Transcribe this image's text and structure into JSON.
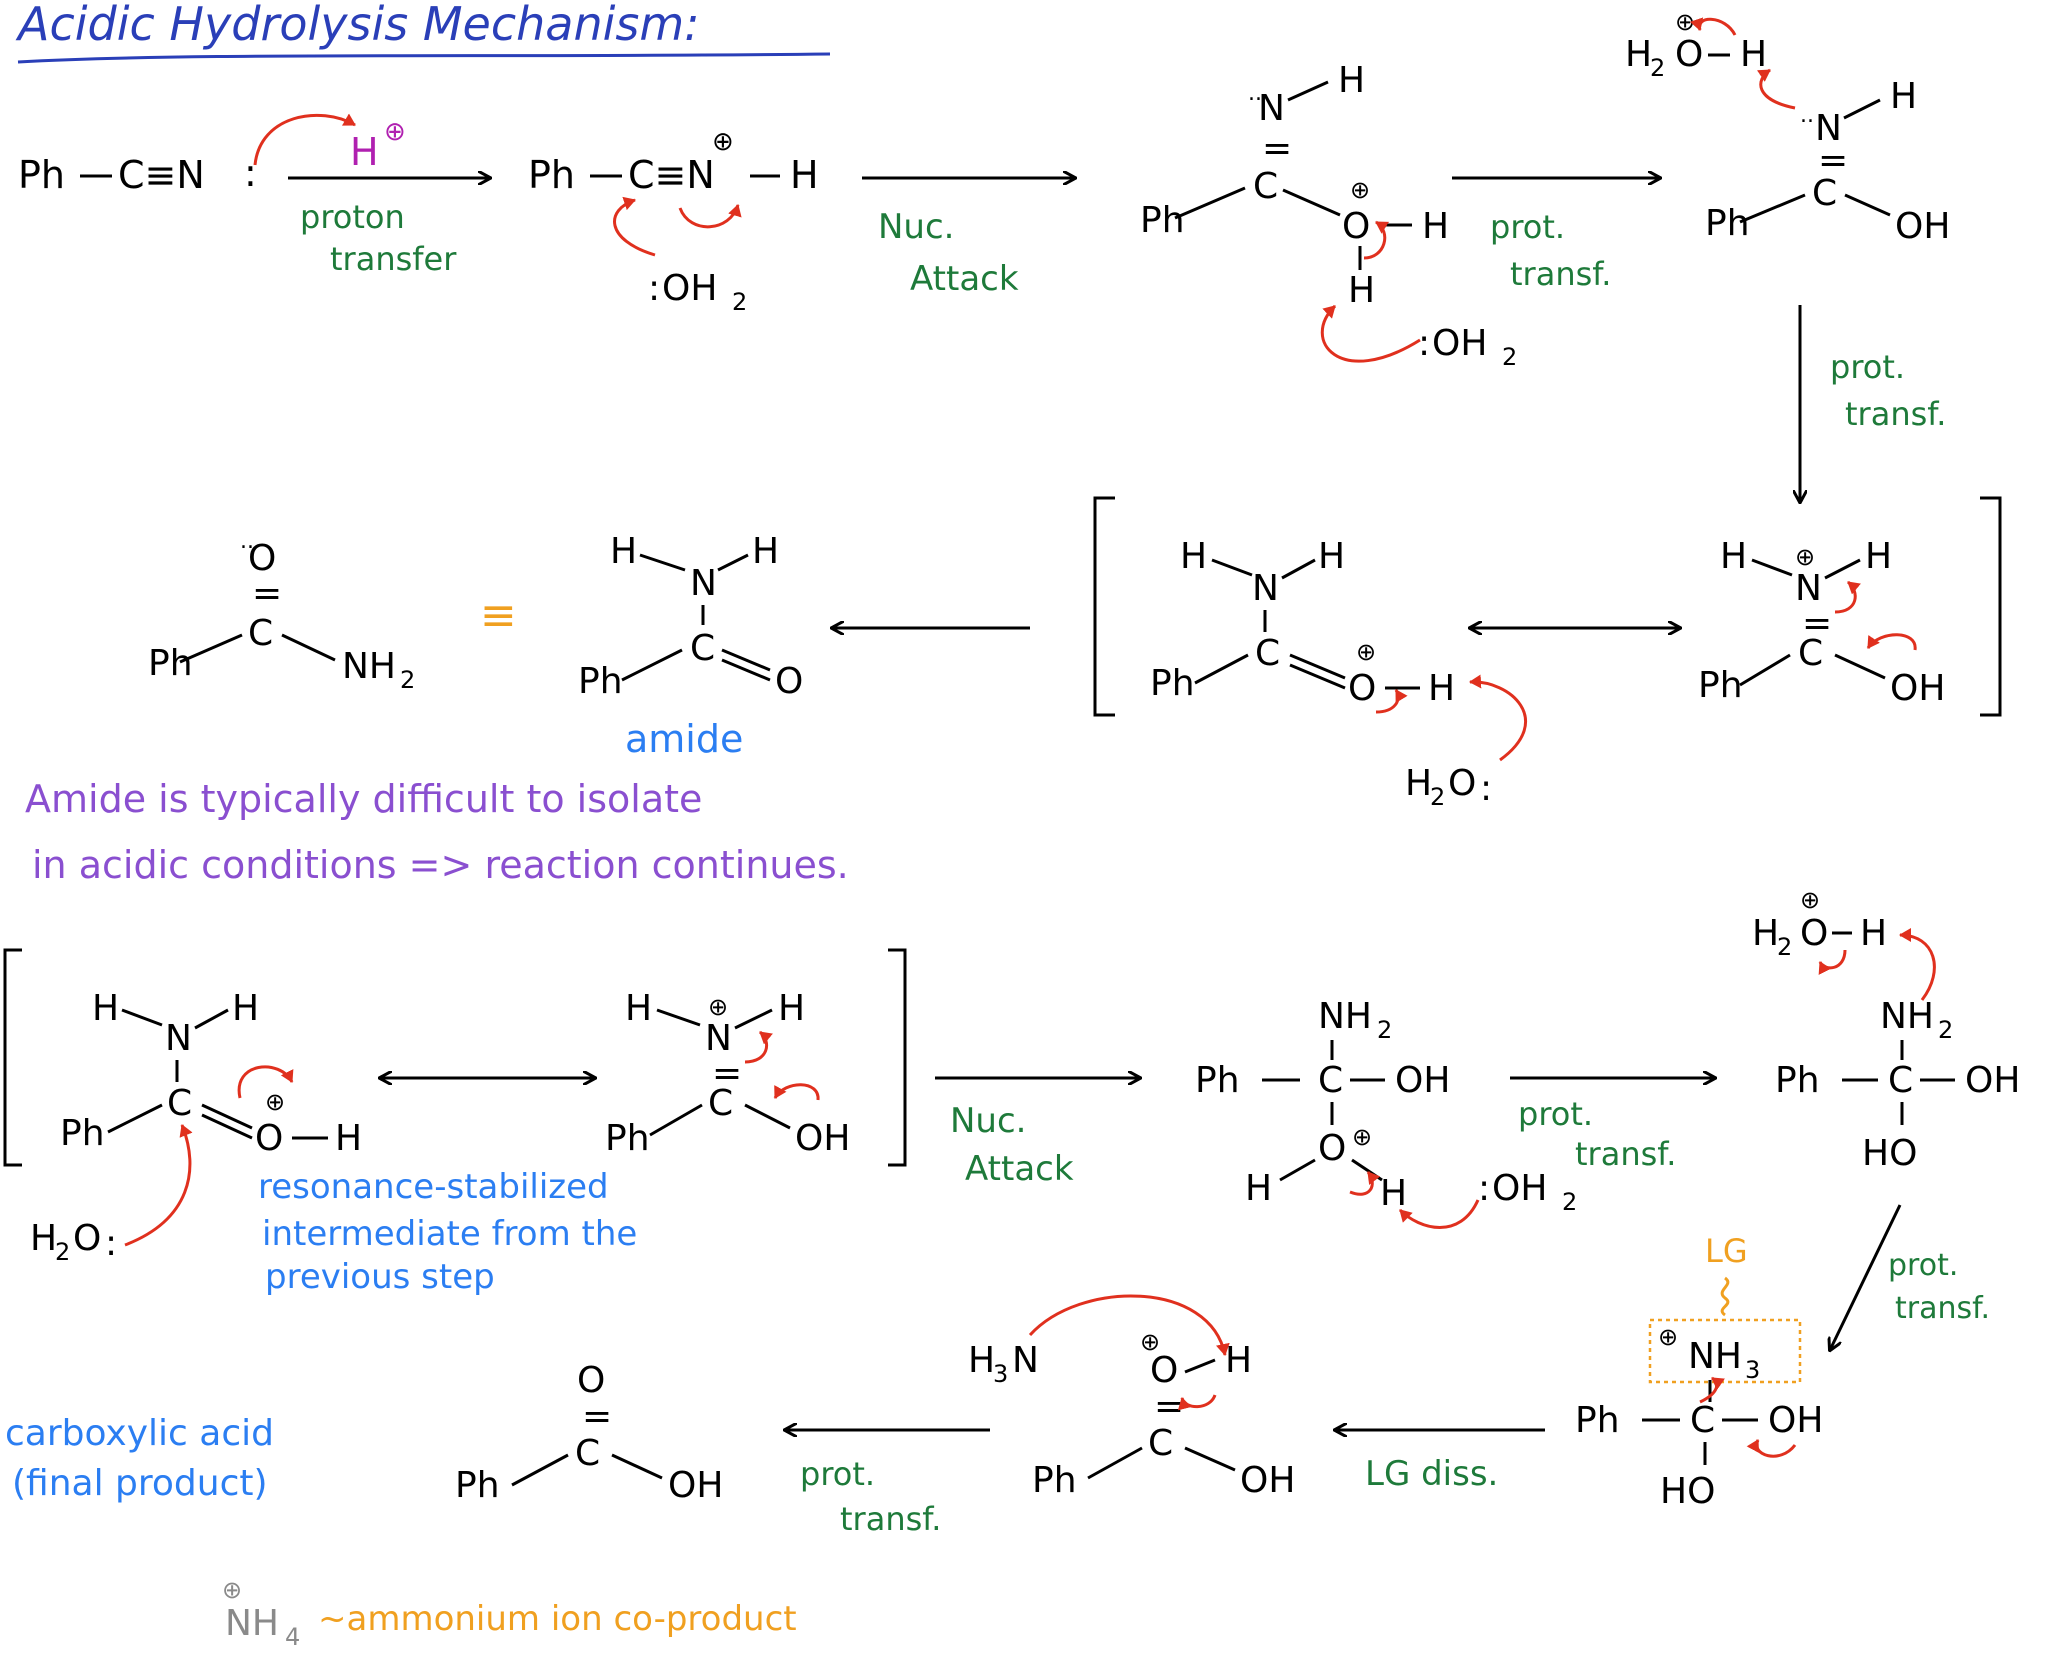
{
  "title": "Acidic Hydrolysis Mechanism:",
  "colors": {
    "ink": "#000000",
    "title_blue": "#2a3fb8",
    "step_green": "#1e7a3a",
    "arrow_red": "#e0301e",
    "proton_magenta": "#b020b0",
    "note_purple": "#8a4fd0",
    "label_blue": "#2b7ef2",
    "lg_orange": "#f0a020",
    "nh4_gray": "#8a8a8a"
  },
  "row1": {
    "nitrile": {
      "ph": "Ph",
      "ctn": "C≡N",
      "lp": ":"
    },
    "proton": {
      "text": "H",
      "charge": "⊕"
    },
    "step1": [
      "proton",
      "transfer"
    ],
    "nitrilium": {
      "ph": "Ph",
      "core": "C≡N",
      "h": "H",
      "charge": "⊕"
    },
    "water1": {
      "lp": ":",
      "text": "OH",
      "sub": "2"
    },
    "step2": [
      "Nuc.",
      "Attack"
    ],
    "adduct1": {
      "n": "N",
      "nlp": "..",
      "nh": "H",
      "eq": "=",
      "c": "C",
      "ph": "Ph",
      "o": "O",
      "ocharge": "⊕",
      "oh1": "H",
      "oh2": "H"
    },
    "water2": {
      "lp": ":",
      "text": "OH",
      "sub": "2"
    },
    "step3": [
      "prot.",
      "transf."
    ],
    "imidic": {
      "h3o": "H",
      "h3o_sub": "2",
      "h3o_o": "O",
      "h3o_charge": "⊕",
      "h3o_h": "H",
      "n": "N",
      "nlp": "..",
      "nh": "H",
      "eq": "=",
      "c": "C",
      "ph": "Ph",
      "oh": "OH"
    },
    "step4": [
      "prot.",
      "transf."
    ]
  },
  "row2": {
    "amide_lewis": {
      "o": "O",
      "olp": "..",
      "eq": "=",
      "c": "C",
      "ph": "Ph",
      "nh2": "NH",
      "sub": "2"
    },
    "equiv": "≡",
    "amide_zig": {
      "h1": "H",
      "n": "N",
      "h2": "H",
      "c": "C",
      "ph": "Ph",
      "o": "O",
      "eq": "="
    },
    "amide_label": "amide",
    "res_a": {
      "h1": "H",
      "n": "N",
      "h2": "H",
      "c": "C",
      "ph": "Ph",
      "o": "O",
      "charge": "⊕",
      "h": "H"
    },
    "res_b": {
      "h1": "H",
      "n": "N",
      "h2": "H",
      "charge": "⊕",
      "c": "C",
      "ph": "Ph",
      "oh": "OH",
      "eq": "="
    },
    "water": {
      "text": "H",
      "sub": "2",
      "o": "O",
      "lp": ":"
    }
  },
  "note": [
    "Amide is typically difficult to isolate",
    "in acidic conditions => reaction continues."
  ],
  "row3": {
    "res_c": {
      "h1": "H",
      "n": "N",
      "h2": "H",
      "c": "C",
      "ph": "Ph",
      "o": "O",
      "charge": "⊕",
      "h": "H"
    },
    "res_d": {
      "h1": "H",
      "n": "N",
      "h2": "H",
      "charge": "⊕",
      "c": "C",
      "ph": "Ph",
      "oh": "OH",
      "eq": "="
    },
    "water": {
      "text": "H",
      "sub": "2",
      "o": "O",
      "lp": ":"
    },
    "res_note": [
      "resonance-stabilized",
      "intermediate from the",
      "previous step"
    ],
    "step5": [
      "Nuc.",
      "Attack"
    ],
    "tetra1": {
      "nh2": "NH",
      "sub": "2",
      "ph": "Ph",
      "c": "C",
      "oh": "OH",
      "o": "O",
      "charge": "⊕",
      "h1": "H",
      "h2": "H"
    },
    "water2": {
      "lp": ":",
      "text": "OH",
      "sub": "2"
    },
    "step6": [
      "prot.",
      "transf."
    ],
    "tetra2": {
      "h3o": "H",
      "h3o_sub": "2",
      "h3o_o": "O",
      "h3o_charge": "⊕",
      "h3o_h": "H",
      "nh2": "NH",
      "sub": "2",
      "ph": "Ph",
      "c": "C",
      "oh": "OH",
      "ho": "HO"
    },
    "step7": [
      "prot.",
      "transf."
    ]
  },
  "row4": {
    "lg": "LG",
    "tetra3": {
      "charge": "⊕",
      "nh3": "NH",
      "sub": "3",
      "ph": "Ph",
      "c": "C",
      "oh": "OH",
      "ho": "HO"
    },
    "step8": "LG diss.",
    "protacid": {
      "o": "O",
      "charge": "⊕",
      "h": "H",
      "c": "C",
      "ph": "Ph",
      "oh": "OH",
      "eq": "="
    },
    "ammonia": {
      "text": "H",
      "sub": "3",
      "n": "N"
    },
    "step9": [
      "prot.",
      "transf."
    ],
    "acid": {
      "o": "O",
      "eq": "=",
      "c": "C",
      "ph": "Ph",
      "oh": "OH"
    },
    "acid_label": [
      "carboxylic acid",
      "(final product)"
    ],
    "nh4": {
      "charge": "⊕",
      "text": "NH",
      "sub": "4"
    },
    "coproduct": "~ammonium ion co-product"
  }
}
